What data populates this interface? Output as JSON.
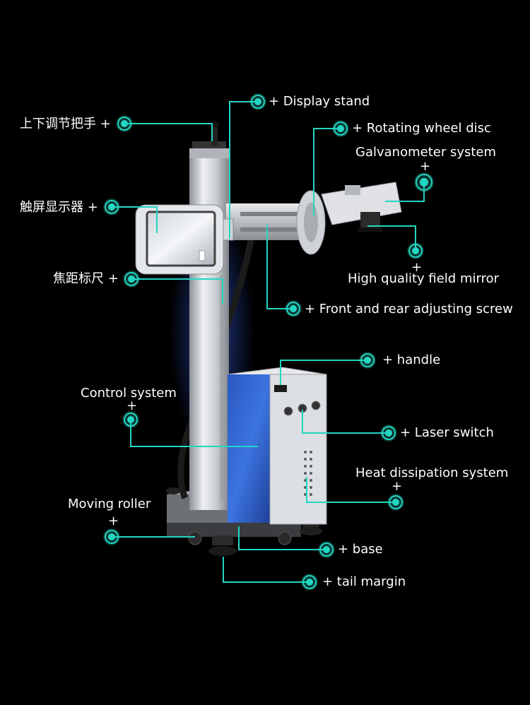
{
  "labels": {
    "display_stand": "+ Display stand",
    "handle_adjust": "上下调节把手 +",
    "rotating_disc": "+ Rotating wheel disc",
    "galvanometer": "Galvanometer system",
    "galvanometer_plus": "+",
    "touch_screen": "触屏显示器 +",
    "focal_ruler": "焦距标尺 +",
    "field_mirror_plus": "+",
    "field_mirror": "High quality field mirror",
    "adjust_screw": "+ Front and rear adjusting screw",
    "handle": "+ handle",
    "control_system": "Control system",
    "control_plus": "+",
    "laser_switch": "+ Laser switch",
    "heat_dissipation": "Heat dissipation system",
    "heat_plus": "+",
    "moving_roller": "Moving roller",
    "roller_plus": "+",
    "base": "+ base",
    "tail_margin": "+ tail margin"
  },
  "colors": {
    "background": "#000000",
    "accent": "#23d6c2",
    "text": "#ffffff",
    "cabinet_blue": "#2b5fc4",
    "metal": "#c9ccd1"
  }
}
